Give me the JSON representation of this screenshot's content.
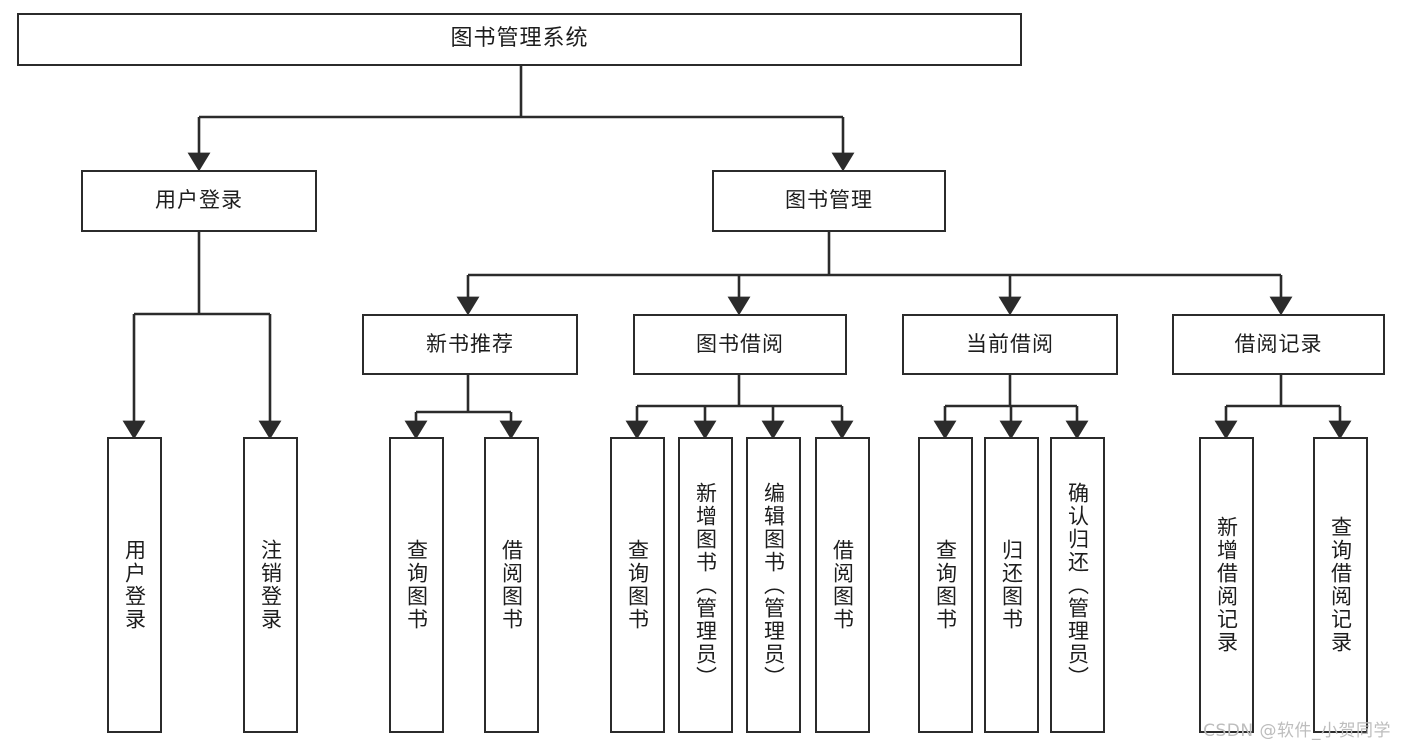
{
  "diagram": {
    "title": "图书管理系统",
    "type": "tree-hierarchy",
    "stroke_color": "#2b2b2b",
    "background_color": "#ffffff",
    "nodes": {
      "root": {
        "label": "图书管理系统"
      },
      "level2": [
        {
          "label": "用户登录"
        },
        {
          "label": "图书管理"
        }
      ],
      "level3": [
        {
          "label": "新书推荐"
        },
        {
          "label": "图书借阅"
        },
        {
          "label": "当前借阅"
        },
        {
          "label": "借阅记录"
        }
      ],
      "leaves_user_login": [
        {
          "label": "用户登录"
        },
        {
          "label": "注销登录"
        }
      ],
      "leaves_new_book": [
        {
          "label": "查询图书"
        },
        {
          "label": "借阅图书"
        }
      ],
      "leaves_borrow": [
        {
          "label": "查询图书"
        },
        {
          "label": "新增图书（管理员）"
        },
        {
          "label": "编辑图书（管理员）"
        },
        {
          "label": "借阅图书"
        }
      ],
      "leaves_current": [
        {
          "label": "查询图书"
        },
        {
          "label": "归还图书"
        },
        {
          "label": "确认归还（管理员）"
        }
      ],
      "leaves_records": [
        {
          "label": "新增借阅记录"
        },
        {
          "label": "查询借阅记录"
        }
      ]
    }
  },
  "watermark": {
    "text": "CSDN @软件_小贺同学",
    "color": "#bdbdbd"
  }
}
